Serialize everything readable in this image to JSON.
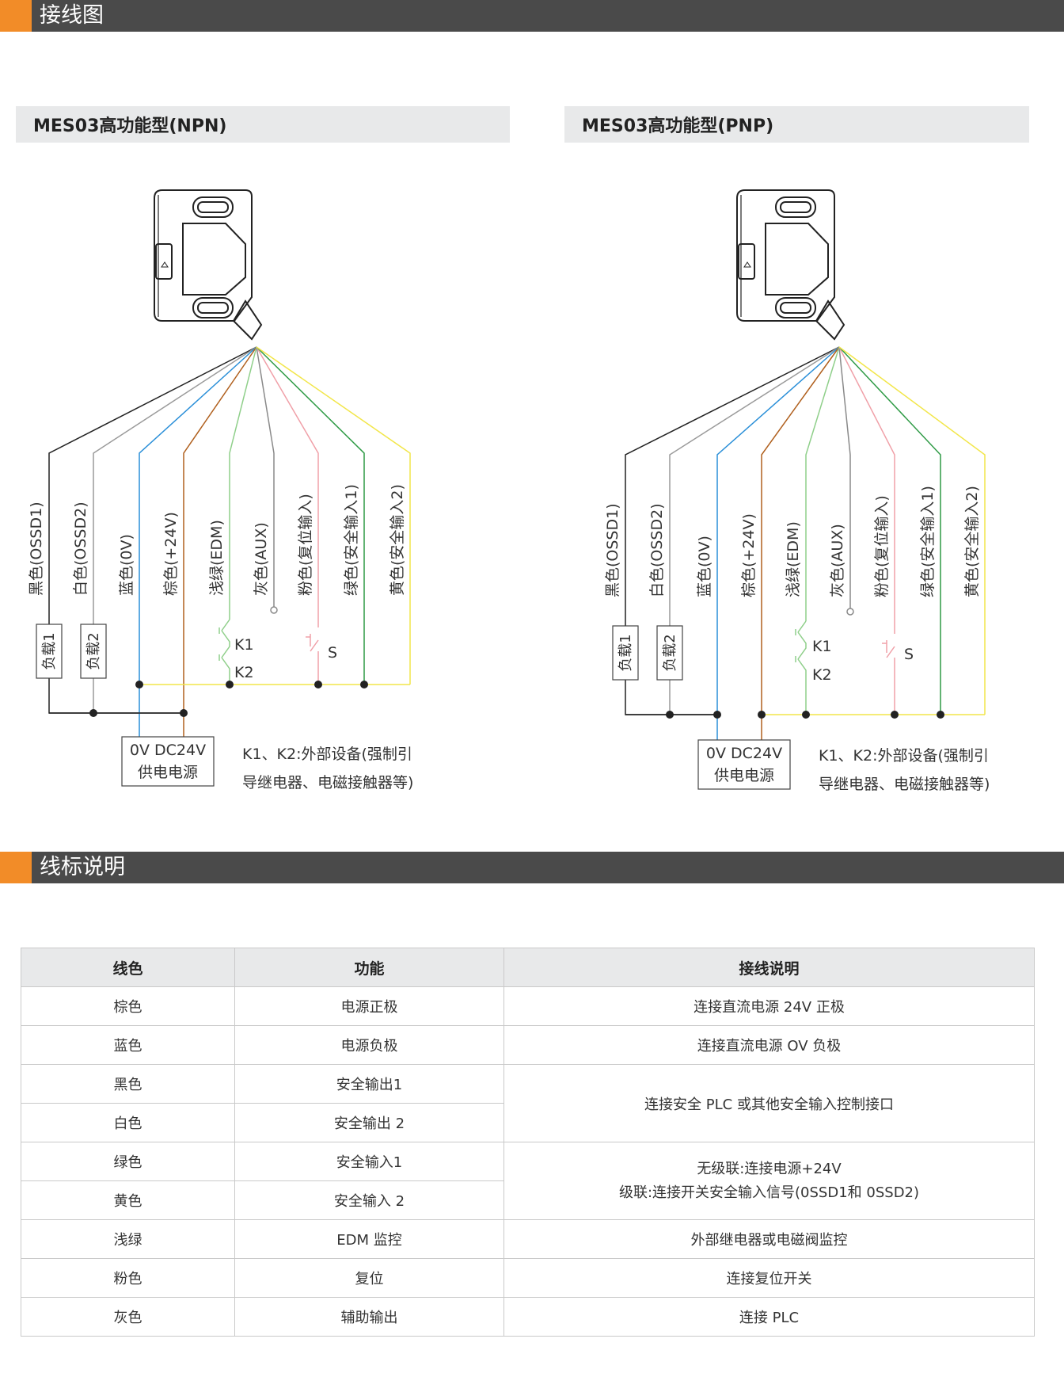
{
  "sections": {
    "wiring_title": "接线图",
    "legend_title": "线标说明"
  },
  "npn": {
    "title": "MES03高功能型(NPN)",
    "load1": "负载1",
    "load2": "负载2",
    "k1": "K1",
    "k2": "K2",
    "s": "S",
    "psu_line1": "0V DC24V",
    "psu_line2": "供电电源",
    "note_line1": "K1、K2:外部设备(强制引",
    "note_line2": "导继电器、电磁接触器等)"
  },
  "pnp": {
    "title": "MES03高功能型(PNP)",
    "load1": "负载1",
    "load2": "负载2",
    "k1": "K1",
    "k2": "K2",
    "s": "S",
    "psu_line1": "0V DC24V",
    "psu_line2": "供电电源",
    "note_line1": "K1、K2:外部设备(强制引",
    "note_line2": "导继电器、电磁接触器等)"
  },
  "wire_labels": [
    {
      "label": "黑色(OSSD1)",
      "color": "#222222"
    },
    {
      "label": "白色(OSSD2)",
      "color": "#9a9a9a"
    },
    {
      "label": "蓝色(0V)",
      "color": "#2a8fd8"
    },
    {
      "label": "棕色(+24V)",
      "color": "#b0601e"
    },
    {
      "label": "浅绿(EDM)",
      "color": "#8fcf8a"
    },
    {
      "label": "灰色(AUX)",
      "color": "#8a8a8a"
    },
    {
      "label": "粉色(复位输入)",
      "color": "#f0a0a8"
    },
    {
      "label": "绿色(安全输入1)",
      "color": "#2e9a45"
    },
    {
      "label": "黄色(安全输入2)",
      "color": "#f2e64a"
    }
  ],
  "colors": {
    "accent": "#f28c28",
    "section_bar": "#4a4a4a",
    "sub_bar": "#e8e9ea"
  },
  "table": {
    "headers": [
      "线色",
      "功能",
      "接线说明"
    ],
    "rows": [
      {
        "color": "棕色",
        "function": "电源正极",
        "desc": "连接直流电源 24V 正极"
      },
      {
        "color": "蓝色",
        "function": "电源负极",
        "desc": "连接直流电源 OV 负极"
      },
      {
        "color": "黑色",
        "function": "安全输出1",
        "desc": "连接安全 PLC 或其他安全输入控制接口"
      },
      {
        "color": "白色",
        "function": "安全输出 2"
      },
      {
        "color": "绿色",
        "function": "安全输入1",
        "desc_line1": "无级联:连接电源+24V",
        "desc_line2": "级联:连接开关安全输入信号(0SSD1和 0SSD2)"
      },
      {
        "color": "黄色",
        "function": "安全输入 2"
      },
      {
        "color": "浅绿",
        "function": "EDM 监控",
        "desc": "外部继电器或电磁阀监控"
      },
      {
        "color": "粉色",
        "function": "复位",
        "desc": "连接复位开关"
      },
      {
        "color": "灰色",
        "function": "辅助输出",
        "desc": "连接 PLC"
      }
    ]
  }
}
